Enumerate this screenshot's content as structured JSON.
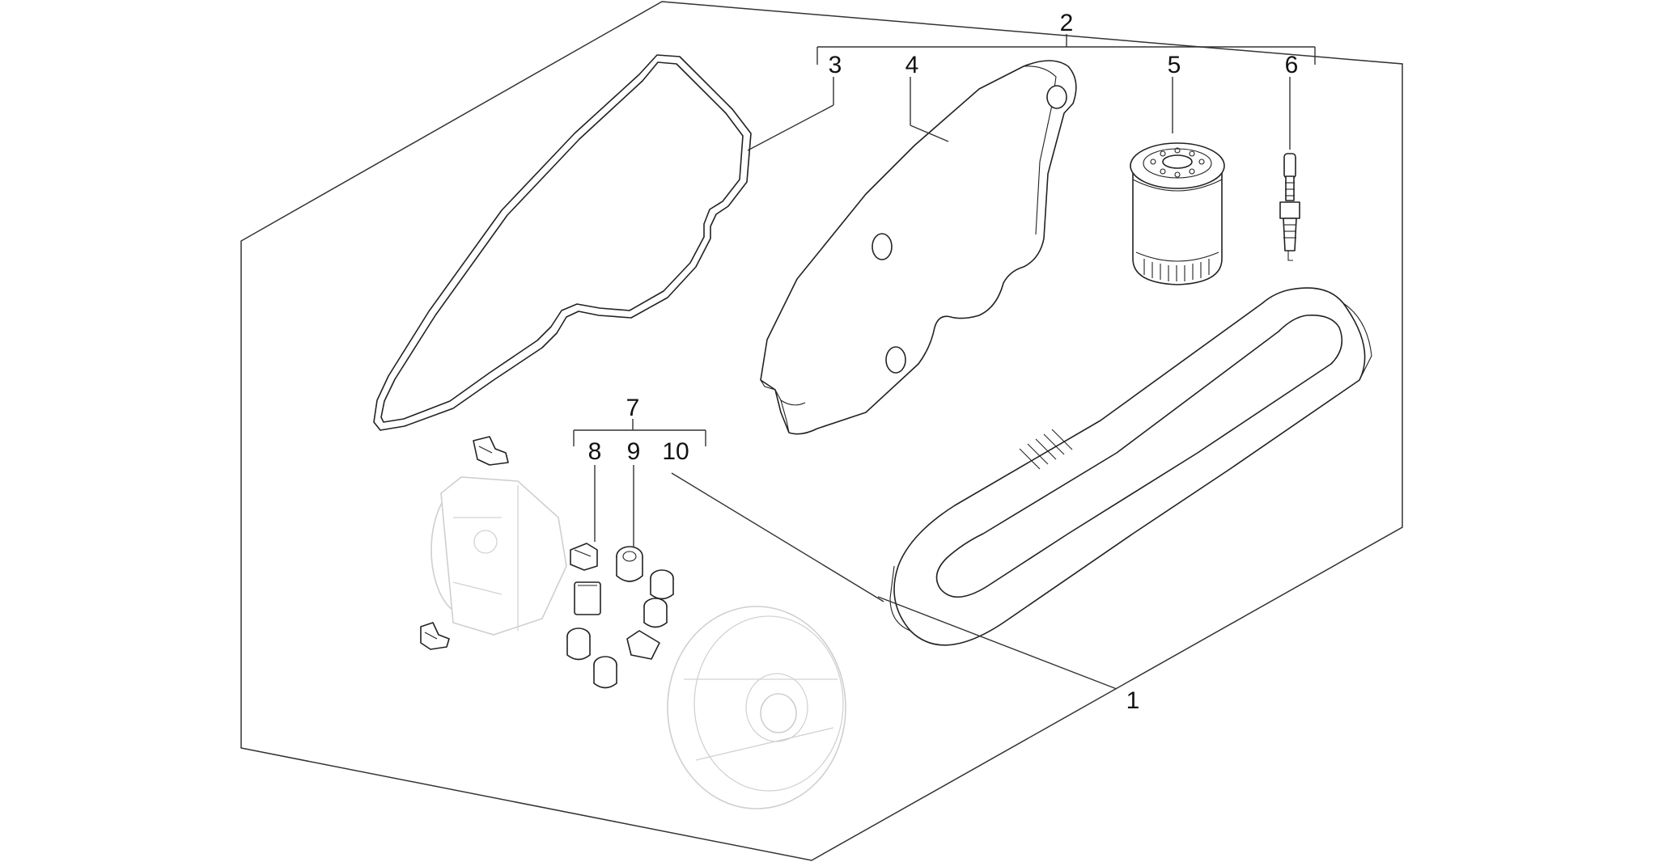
{
  "callouts": {
    "c1": "1",
    "c2": "2",
    "c3": "3",
    "c4": "4",
    "c5": "5",
    "c6": "6",
    "c7": "7",
    "c8": "8",
    "c9": "9",
    "c10": "10"
  },
  "colors": {
    "line": "#222222",
    "ghost": "#cfcfcf",
    "background": "#ffffff"
  }
}
